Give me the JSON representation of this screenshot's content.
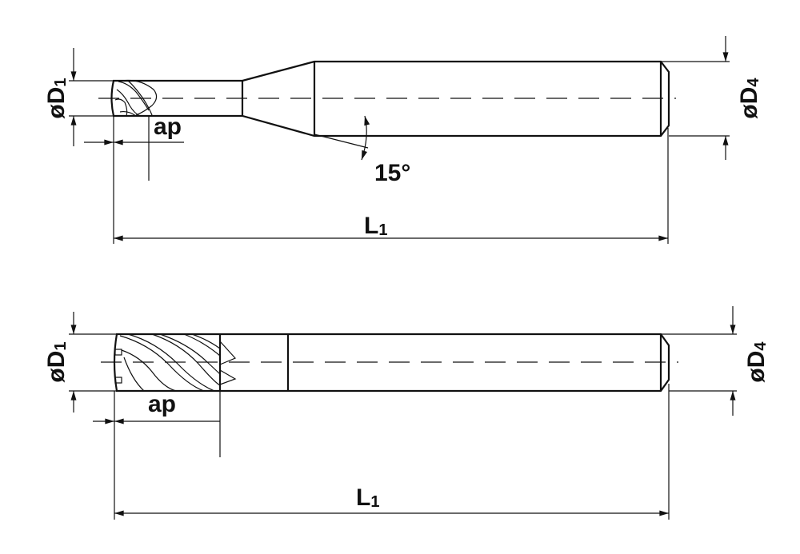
{
  "top_tool": {
    "diameter_label": "øD",
    "diameter_sub": "1",
    "shank_label": "øD",
    "shank_sub": "4",
    "cut_length_label": "ap",
    "angle_label": "15°",
    "length_label": "L",
    "length_sub": "1"
  },
  "bottom_tool": {
    "diameter_label": "øD",
    "diameter_sub": "1",
    "shank_label": "øD",
    "shank_sub": "4",
    "cut_length_label": "ap",
    "length_label": "L",
    "length_sub": "1"
  }
}
